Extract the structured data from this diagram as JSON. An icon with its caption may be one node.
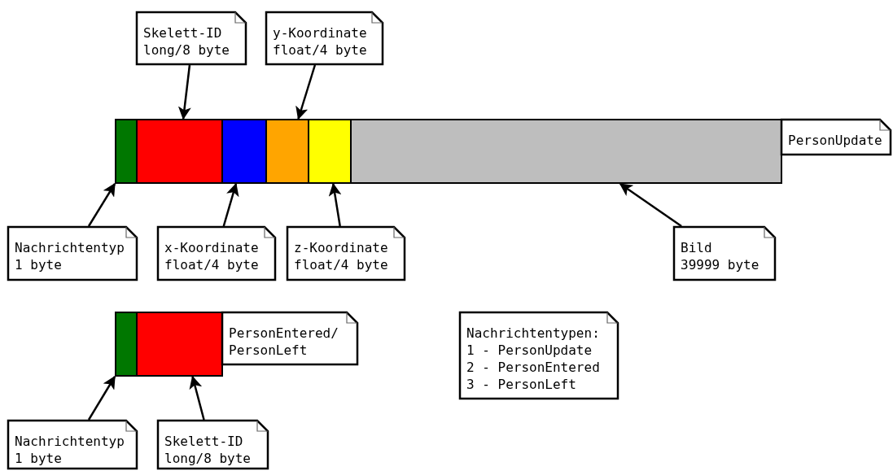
{
  "diagram": {
    "nodes": [
      {
        "text": [
          "Skelett-ID",
          "long/8 byte"
        ]
      },
      {
        "text": [
          "y-Koordinate",
          "float/4 byte"
        ]
      },
      {
        "text": [],
        "shape": "box"
      },
      {
        "text": [],
        "shape": "box"
      },
      {
        "text": [],
        "shape": "box"
      },
      {
        "text": [],
        "shape": "box"
      },
      {
        "text": [],
        "shape": "box"
      },
      {
        "text": [],
        "shape": "box"
      },
      {
        "text": [
          "PersonUpdate"
        ]
      },
      {
        "text": [
          "Nachrichtentyp",
          "1 byte"
        ]
      },
      {
        "text": [
          "x-Koordinate",
          "float/4 byte"
        ]
      },
      {
        "text": [
          "z-Koordinate",
          "float/4 byte"
        ]
      },
      {
        "text": [
          "Bild",
          "39999 byte"
        ]
      },
      {
        "text": [],
        "shape": "box"
      },
      {
        "text": [],
        "shape": "box"
      },
      {
        "text": [
          "PersonEntered/ PersonLeft"
        ]
      },
      {
        "text": [
          "Nachrichtentypen:",
          "1 - PersonUpdate",
          "2 - PersonEntered",
          "3 - PersonLeft"
        ]
      },
      {
        "text": [
          "Nachrichtentyp",
          "1 byte"
        ]
      },
      {
        "text": [
          "Skelett-ID",
          "long/8 byte"
        ]
      }
    ],
    "edges": [
      {
        "from": 0,
        "to": 3,
        "arrow": "to"
      },
      {
        "from": 1,
        "to": 5,
        "arrow": "to"
      },
      {
        "from": 9,
        "to": 2,
        "arrow": "to"
      },
      {
        "from": 10,
        "to": 4,
        "arrow": "to"
      },
      {
        "from": 11,
        "to": 6,
        "arrow": "to"
      },
      {
        "from": 12,
        "to": 7,
        "arrow": "to"
      },
      {
        "from": 17,
        "to": 13,
        "arrow": "to"
      },
      {
        "from": 18,
        "to": 14,
        "arrow": "to"
      }
    ]
  }
}
